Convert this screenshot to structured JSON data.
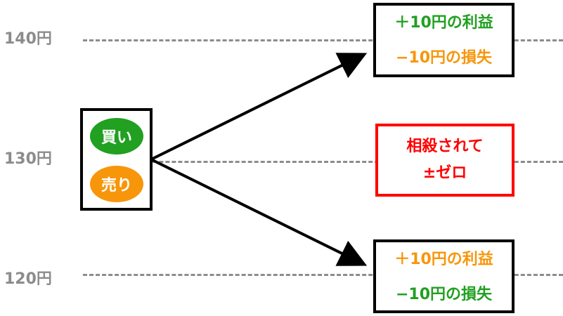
{
  "price_levels": [
    {
      "label": "140円"
    },
    {
      "label": "130円"
    },
    {
      "label": "120円"
    }
  ],
  "position_box": {
    "buy_label": "買い",
    "sell_label": "売り"
  },
  "outcome_top": {
    "line1": "＋10円の利益",
    "line2": "−10円の損失"
  },
  "outcome_middle": {
    "line1": "相殺されて",
    "line2": "±ゼロ"
  },
  "outcome_bottom": {
    "line1": "＋10円の利益",
    "line2": "−10円の損失"
  },
  "colors": {
    "buy": "#21a021",
    "sell": "#f7960b",
    "neutral": "#ff0000",
    "grid": "#8c8c8c",
    "text_label": "#8c8c8c"
  }
}
